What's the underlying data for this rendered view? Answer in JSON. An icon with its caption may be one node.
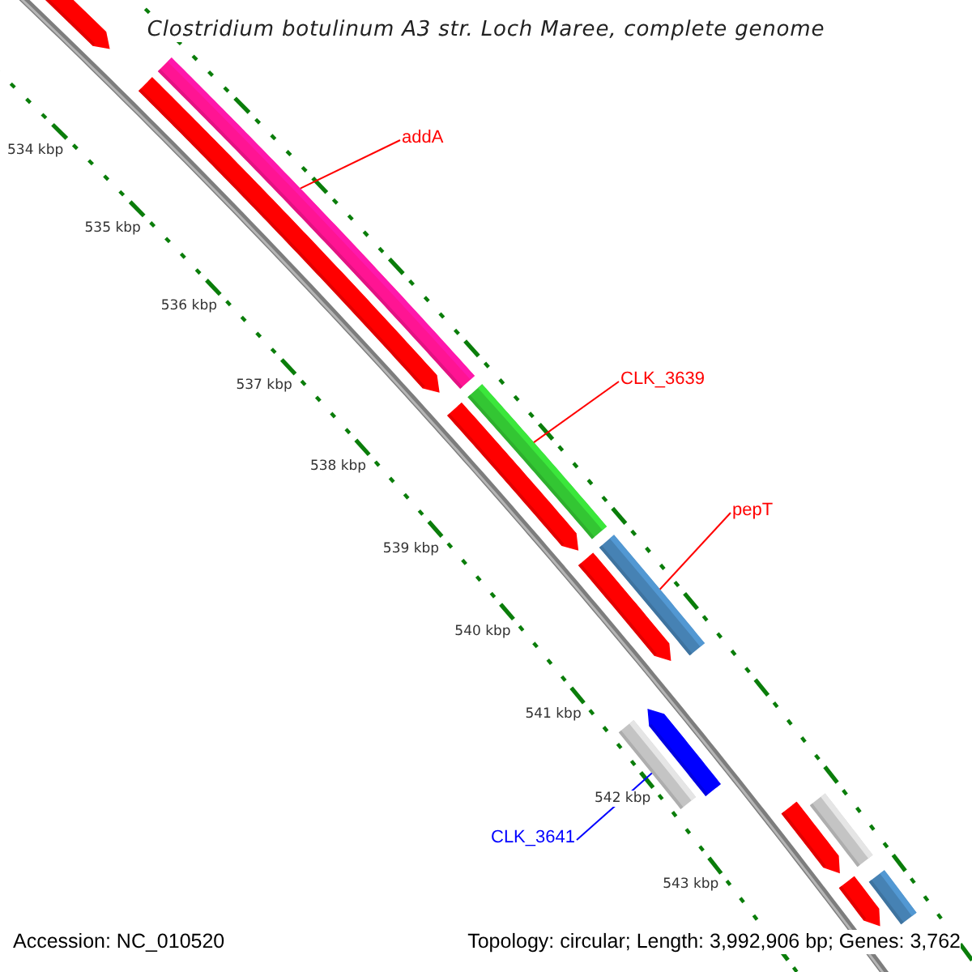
{
  "diagram": {
    "title": "Clostridium botulinum A3 str. Loch Maree, complete genome",
    "nodes": [
      {
        "text": [
          "addA"
        ]
      },
      {
        "text": [],
        "shape": "bar"
      },
      {
        "text": [
          "CLK_3639"
        ]
      },
      {
        "text": [],
        "shape": "bar"
      },
      {
        "text": [
          "pepT"
        ]
      },
      {
        "text": [],
        "shape": "bar"
      },
      {
        "text": [
          "CLK_3641"
        ]
      },
      {
        "text": [],
        "shape": "bar"
      }
    ],
    "edges": [
      {
        "from": 0,
        "to": 1,
        "arrow": "none"
      },
      {
        "from": 2,
        "to": 3,
        "arrow": "none"
      },
      {
        "from": 4,
        "to": 5,
        "arrow": "none"
      },
      {
        "from": 6,
        "to": 7,
        "arrow": "none",
        "color": "#0000ff"
      }
    ],
    "labels": [
      "534 kbp",
      "535 kbp",
      "536 kbp",
      "537 kbp",
      "538 kbp",
      "539 kbp",
      "540 kbp",
      "541 kbp",
      "542 kbp",
      "543 kbp",
      "Accession: NC_010520",
      "Topology: circular; Length: 3,992,906 bp; Genes: 3,762"
    ]
  }
}
